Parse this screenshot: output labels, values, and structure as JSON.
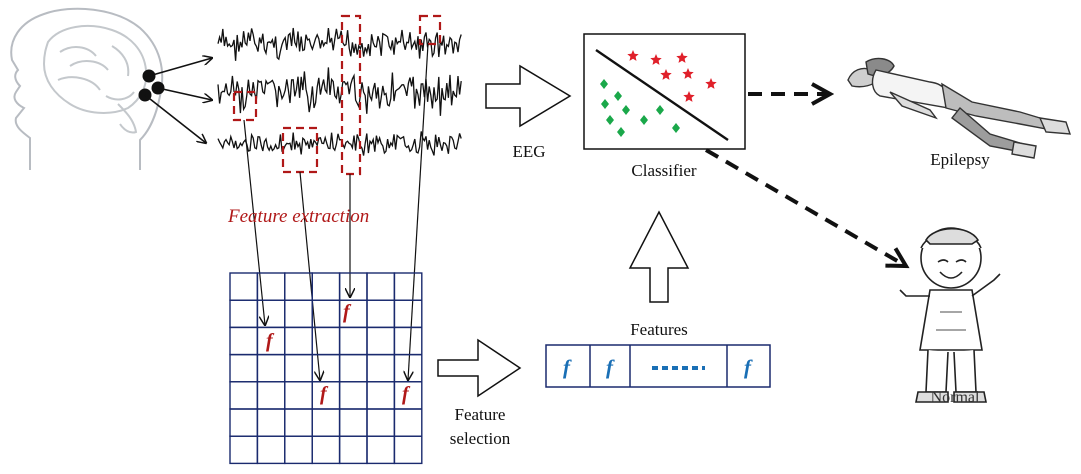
{
  "labels": {
    "eeg": "EEG",
    "classifier": "Classifier",
    "epilepsy": "Epilepsy",
    "normal": "Normal",
    "feature_extraction": "Feature extraction",
    "features": "Features",
    "feature_selection_line1": "Feature",
    "feature_selection_line2": "selection"
  },
  "glyphs": {
    "feature": "f"
  },
  "colors": {
    "red": "#b01818",
    "blue": "#1a6fb5",
    "grid_line": "#1a2a6e",
    "star": "#e0202a",
    "diamond": "#1aa84a"
  }
}
